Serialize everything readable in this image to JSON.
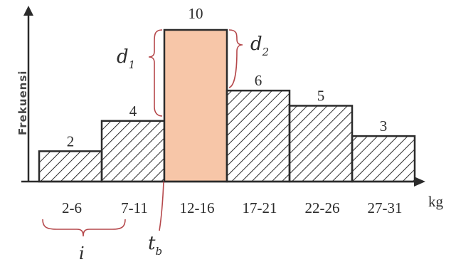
{
  "chart_data": {
    "type": "bar",
    "subtype": "histogram",
    "categories": [
      "2-6",
      "7-11",
      "12-16",
      "17-21",
      "22-26",
      "27-31"
    ],
    "values": [
      2,
      4,
      10,
      6,
      5,
      3
    ],
    "ylabel": "Frekuensi",
    "xlabel": "kg",
    "ylim": [
      0,
      10
    ],
    "grid": false,
    "legend": "none",
    "modal_index": 2,
    "colors": {
      "modal_fill": "#f7c6a8",
      "hatch": "#2b2b2b",
      "brace": "#b5484b",
      "axis": "#2b2b2b"
    },
    "annotations": {
      "d1": "d",
      "d1_sub": "1",
      "d2": "d",
      "d2_sub": "2",
      "tb": "t",
      "tb_sub": "b",
      "interval": "i"
    }
  }
}
